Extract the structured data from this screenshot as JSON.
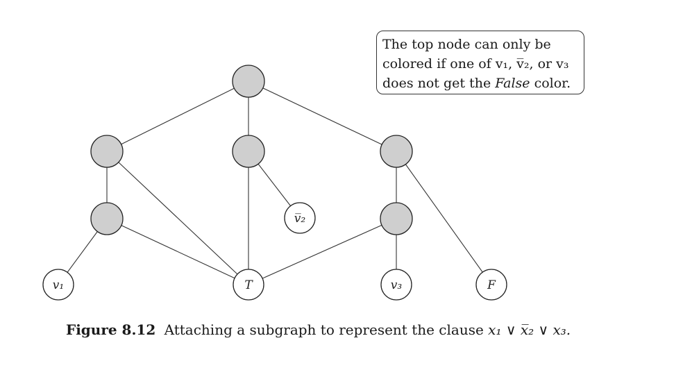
{
  "callout": {
    "line1": "The top node can only be",
    "line2": "colored if one of v₁, v̅₂, or v₃",
    "line3_pre": "does not get the ",
    "line3_italic": "False",
    "line3_post": " color."
  },
  "nodes": [
    {
      "id": "top",
      "label": ""
    },
    {
      "id": "left-upper",
      "label": ""
    },
    {
      "id": "mid-upper",
      "label": ""
    },
    {
      "id": "right-upper",
      "label": ""
    },
    {
      "id": "left-lower",
      "label": ""
    },
    {
      "id": "right-lower",
      "label": ""
    },
    {
      "id": "v1",
      "label": "v₁"
    },
    {
      "id": "v2bar",
      "label": "v̅₂"
    },
    {
      "id": "T",
      "label": "T"
    },
    {
      "id": "v3",
      "label": "v₃"
    },
    {
      "id": "F",
      "label": "F"
    }
  ],
  "edges": [
    [
      "top",
      "left-upper"
    ],
    [
      "top",
      "mid-upper"
    ],
    [
      "top",
      "right-upper"
    ],
    [
      "left-upper",
      "left-lower"
    ],
    [
      "left-upper",
      "T"
    ],
    [
      "mid-upper",
      "T"
    ],
    [
      "mid-upper",
      "v2bar"
    ],
    [
      "right-upper",
      "right-lower"
    ],
    [
      "right-upper",
      "F"
    ],
    [
      "left-lower",
      "v1"
    ],
    [
      "left-lower",
      "T"
    ],
    [
      "right-lower",
      "T"
    ],
    [
      "right-lower",
      "v3"
    ]
  ],
  "caption": {
    "label": "Figure 8.12",
    "text": "Attaching a subgraph to represent the clause",
    "clause": "x₁ ∨ x̅₂ ∨ x₃."
  },
  "colors": {
    "filled_node": "#cfcfcf",
    "leaf_node": "#ffffff",
    "stroke": "#222222"
  }
}
